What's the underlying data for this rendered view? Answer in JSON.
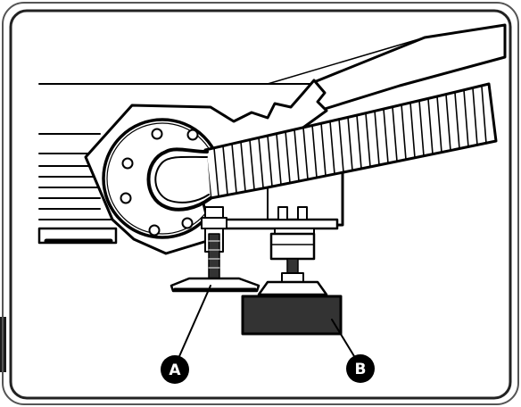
{
  "figure": {
    "callouts": [
      {
        "id": "A",
        "label": "A"
      },
      {
        "id": "B",
        "label": "B"
      }
    ]
  },
  "colors": {
    "ink": "#000000",
    "paper": "#ffffff",
    "dark_fill": "#333333",
    "frame_outer": "#555555",
    "frame_inner": "#222222",
    "tab": "#1a1a1a"
  }
}
